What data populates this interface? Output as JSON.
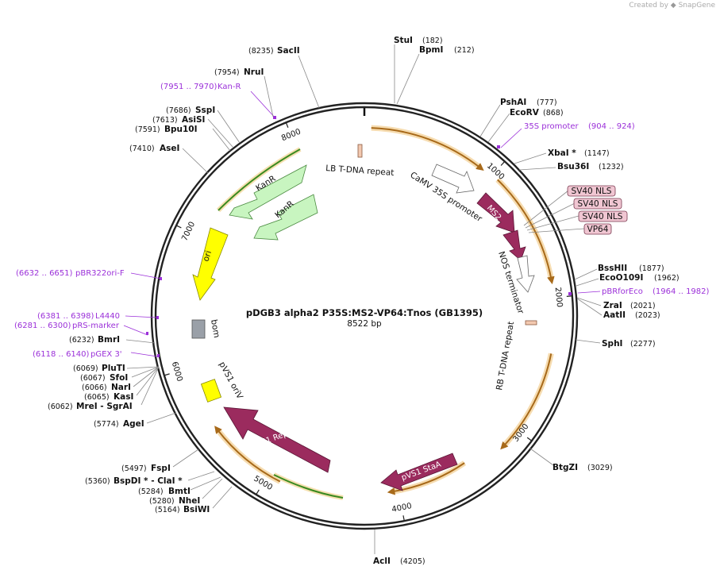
{
  "credit": {
    "created_by": "Created by",
    "brand": "SnapGene"
  },
  "plasmid": {
    "name": "pDGB3 alpha2 P35S:MS2-VP64:Tnos (GB1395)",
    "length_label": "8522 bp",
    "length": 8522
  },
  "colors": {
    "backbone": "#222222",
    "promoter": "#ffffff",
    "ms2": "#9b2b5e",
    "kanr": "#c8f5c0",
    "ori": "#ffff00",
    "bom": "#9aa0a8",
    "repeat": "#f3c9b0",
    "primer": "#9b30d9",
    "orange_arrow": "#e8b878",
    "nls": "#f0c6d2"
  },
  "ticks": [
    {
      "label": "1000",
      "bp": 1000
    },
    {
      "label": "2000",
      "bp": 2000
    },
    {
      "label": "3000",
      "bp": 3000
    },
    {
      "label": "4000",
      "bp": 4000
    },
    {
      "label": "5000",
      "bp": 5000
    },
    {
      "label": "6000",
      "bp": 6000
    },
    {
      "label": "7000",
      "bp": 7000
    },
    {
      "label": "8000",
      "bp": 8000
    }
  ],
  "sites": [
    {
      "name": "StuI",
      "pos": "(182)"
    },
    {
      "name": "BpmI",
      "pos": "(212)"
    },
    {
      "name": "PshAI",
      "pos": "(777)"
    },
    {
      "name": "EcoRV",
      "pos": "(868)"
    },
    {
      "name": "XbaI *",
      "pos": "(1147)"
    },
    {
      "name": "Bsu36I",
      "pos": "(1232)"
    },
    {
      "name": "BssHII",
      "pos": "(1877)"
    },
    {
      "name": "EcoO109I",
      "pos": "(1962)"
    },
    {
      "name": "ZraI",
      "pos": "(2021)"
    },
    {
      "name": "AatII",
      "pos": "(2023)"
    },
    {
      "name": "SphI",
      "pos": "(2277)"
    },
    {
      "name": "BtgZI",
      "pos": "(3029)"
    },
    {
      "name": "AclI",
      "pos": "(4205)"
    },
    {
      "name": "BsiWI",
      "pos": "(5164)"
    },
    {
      "name": "NheI",
      "pos": "(5280)"
    },
    {
      "name": "BmtI",
      "pos": "(5284)"
    },
    {
      "name": "BspDI * - ClaI *",
      "pos": "(5360)"
    },
    {
      "name": "FspI",
      "pos": "(5497)"
    },
    {
      "name": "AgeI",
      "pos": "(5774)"
    },
    {
      "name": "MreI - SgrAI",
      "pos": "(6062)"
    },
    {
      "name": "KasI",
      "pos": "(6065)"
    },
    {
      "name": "NarI",
      "pos": "(6066)"
    },
    {
      "name": "SfoI",
      "pos": "(6067)"
    },
    {
      "name": "PluTI",
      "pos": "(6069)"
    },
    {
      "name": "BmrI",
      "pos": "(6232)"
    },
    {
      "name": "AseI",
      "pos": "(7410)"
    },
    {
      "name": "Bpu10I",
      "pos": "(7591)"
    },
    {
      "name": "AsiSI",
      "pos": "(7613)"
    },
    {
      "name": "SspI",
      "pos": "(7686)"
    },
    {
      "name": "NruI",
      "pos": "(7954)"
    },
    {
      "name": "SacII",
      "pos": "(8235)"
    }
  ],
  "primers": [
    {
      "name": "Kan-R",
      "range": "(7951 .. 7970)"
    },
    {
      "name": "35S promoter",
      "range": "(904 .. 924)"
    },
    {
      "name": "pBRforEco",
      "range": "(1964 .. 1982)"
    },
    {
      "name": "pBR322ori-F",
      "range": "(6632 .. 6651)"
    },
    {
      "name": "L4440",
      "range": "(6381 .. 6398)"
    },
    {
      "name": "pRS-marker",
      "range": "(6281 .. 6300)"
    },
    {
      "name": "pGEX 3'",
      "range": "(6118 .. 6140)"
    }
  ],
  "features": {
    "lb_repeat": "LB T-DNA repeat",
    "camv": "CaMV 35S promoter",
    "ms2": "MS2",
    "nls": [
      "SV40 NLS",
      "SV40 NLS",
      "SV40 NLS",
      "VP64"
    ],
    "nos": "NOS terminator",
    "rb_repeat": "RB T-DNA repeat",
    "kanr1": "KanR",
    "kanr2": "KanR",
    "ori": "ori",
    "bom": "bom",
    "pvs1_oriv": "pVS1 oriV",
    "pvs1_repa": "pVS1 RepA",
    "pvs1_staa": "pVS1 StaA"
  }
}
